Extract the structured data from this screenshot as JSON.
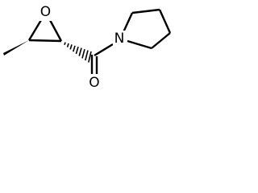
{
  "molecule": {
    "atoms": {
      "epoxide_oxygen": "O",
      "carbonyl_oxygen": "O",
      "ring_nitrogen": "N"
    }
  }
}
